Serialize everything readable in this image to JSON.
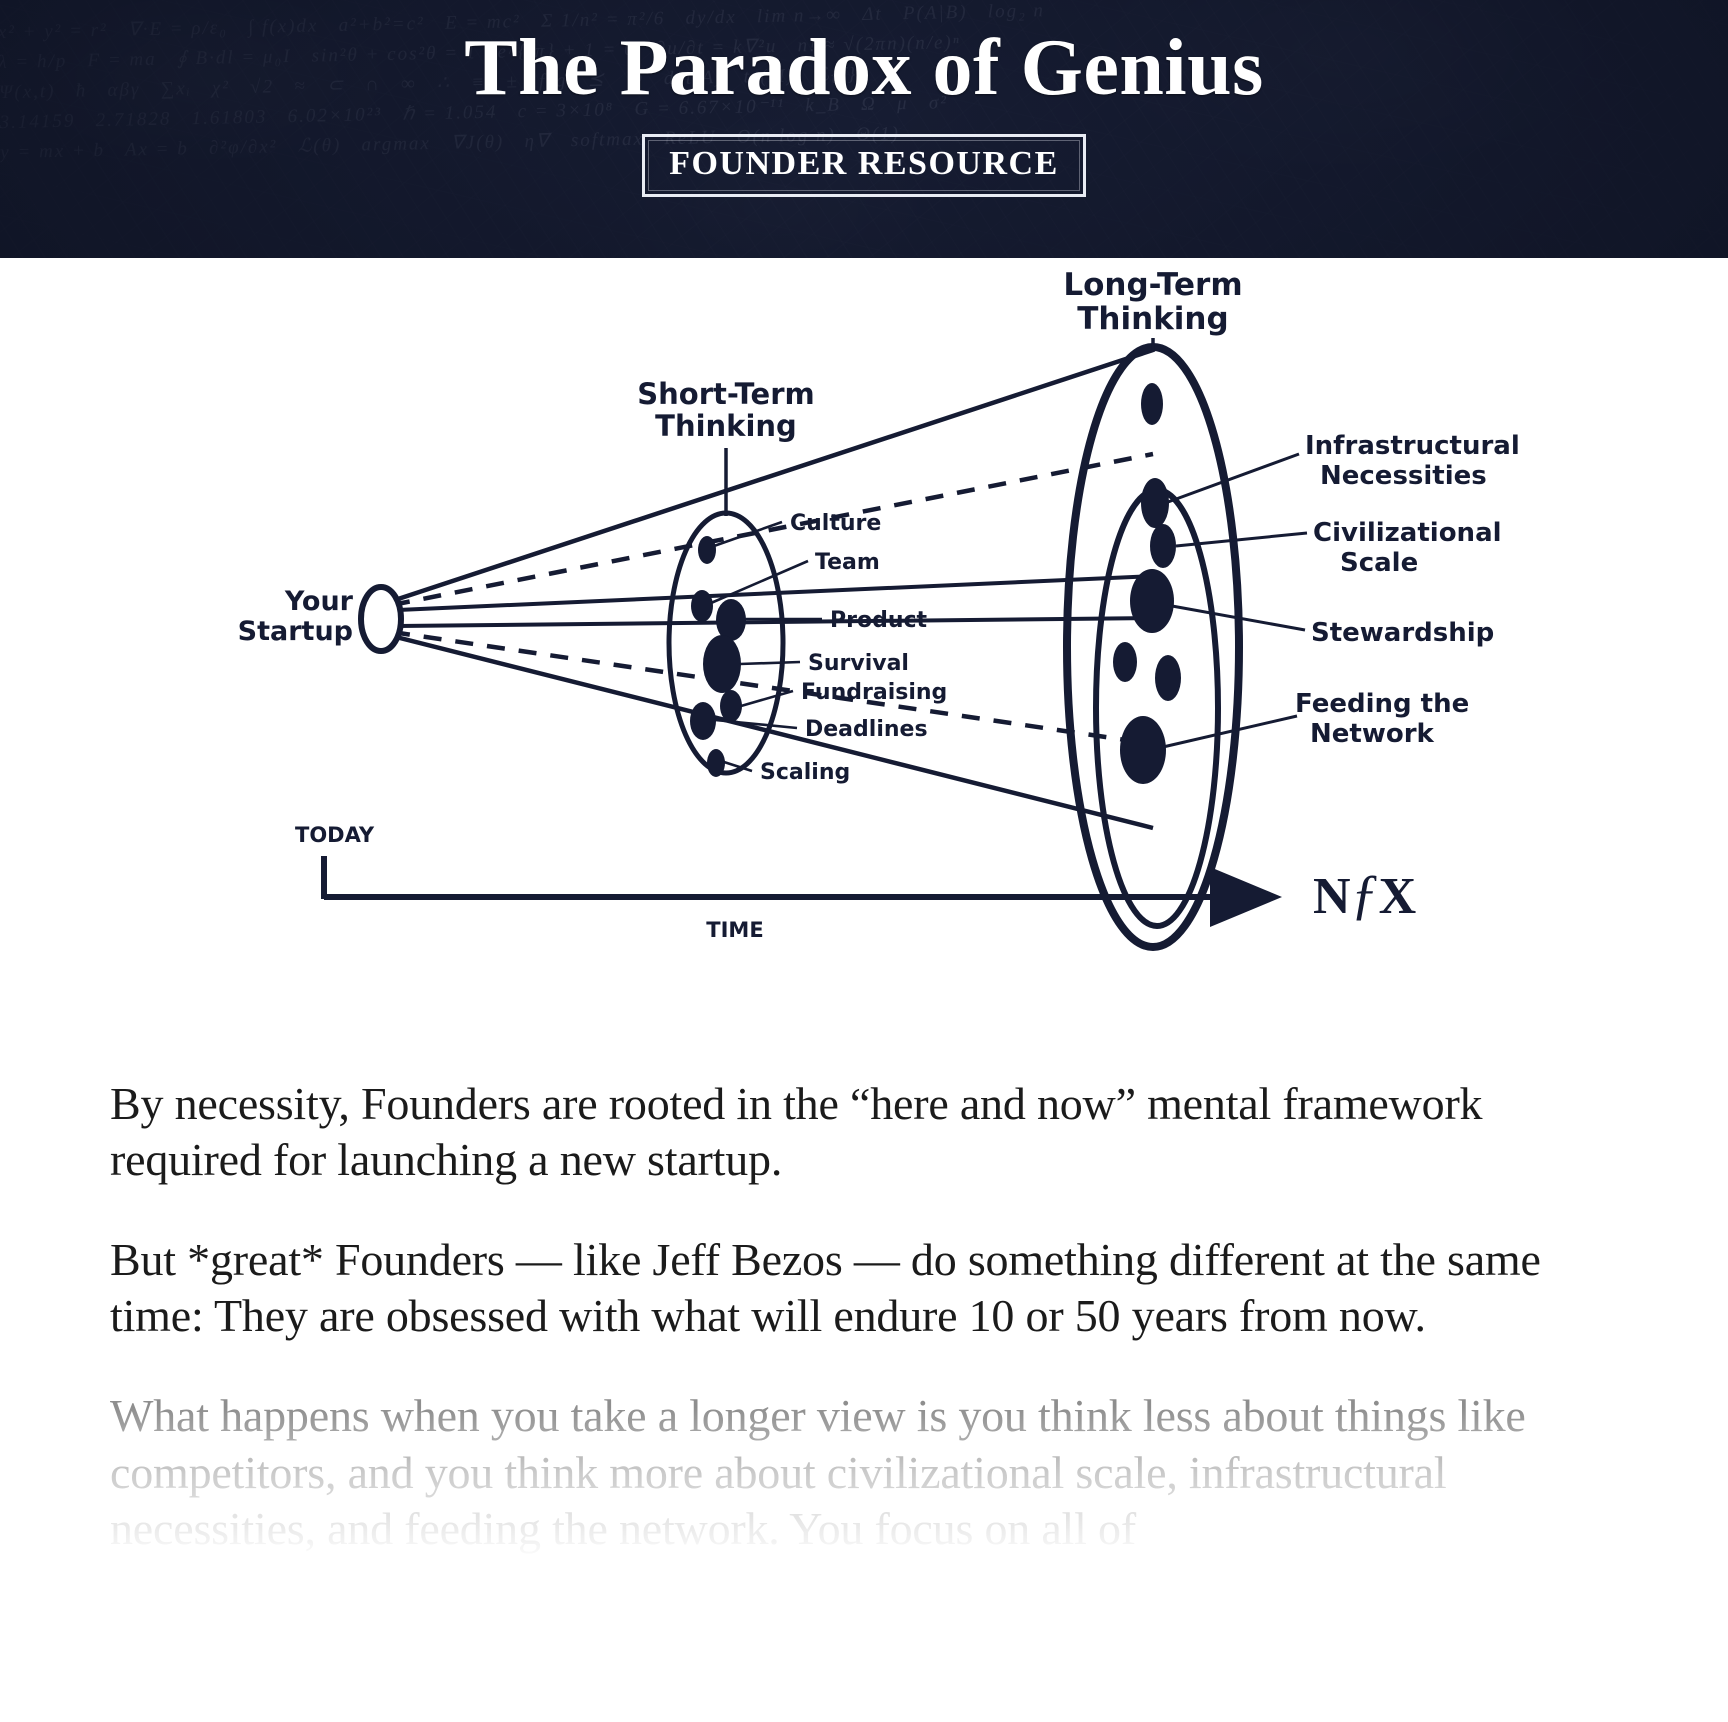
{
  "header": {
    "title": "The Paradox of Genius",
    "badge": "FOUNDER RESOURCE",
    "bg_color": "#161c32",
    "text_color": "#ffffff",
    "texture_text": "x² + y² = r²   ∇·E = ρ/ε₀   ∫ f(x)dx   a²+b²=c²   E = mc²   Σ 1/n² = π²/6   dy/dx   lim n→∞   Δt   P(A|B)   log₂ n\nλ = h/p   F = ma   ∮ B·dl = μ₀I   sin²θ + cos²θ = 1   e^{iπ} + 1 = 0   ∂u/∂t = k∇²u   n! ≈ √(2πn)(n/e)ⁿ\nΨ(x,t)   ħ   αβγ   ∑xᵢ   χ²   √2   ≈   ⊂   ∩   ∞   ∴   ≡   ±   f°g   ⪯   ⊗   det(A)   tr(M)   ℒ{f}\n3.14159   2.71828   1.61803   6.02×10²³   ℏ = 1.054   c = 3×10⁸   G = 6.67×10⁻¹¹   k_B   Ω   μ   σ²\ny = mx + b   Ax = b   ∂²φ/∂x²   ℒ(θ)   argmax   ∇J(θ)   η∇   softmax   ReLU   O(n log n)   Θ(1)"
  },
  "diagram": {
    "your_startup": "Your\nStartup",
    "short_term_title": "Short-Term\nThinking",
    "long_term_title": "Long-Term\nThinking",
    "short_term_labels": [
      "Culture",
      "Team",
      "Product",
      "Survival",
      "Fundraising",
      "Deadlines",
      "Scaling"
    ],
    "long_term_labels": [
      "Infrastructural\nNecessities",
      "Civilizational\nScale",
      "Stewardship",
      "Feeding the\nNetwork"
    ],
    "axis_start": "TODAY",
    "axis_label": "TIME",
    "brand": "NƒX",
    "ink_color": "#151b33"
  },
  "body": {
    "paragraphs": [
      "By necessity, Founders are rooted in the “here and now” mental framework required for launching a new startup.",
      "But *great* Founders — like Jeff Bezos — do something different at the same time: They are obsessed with what will endure 10 or 50 years from now.",
      "What happens when you take a longer view is you think less about things like competitors, and you think more about civilizational scale, infrastructural necessities, and feeding the network. You focus on all of"
    ]
  }
}
